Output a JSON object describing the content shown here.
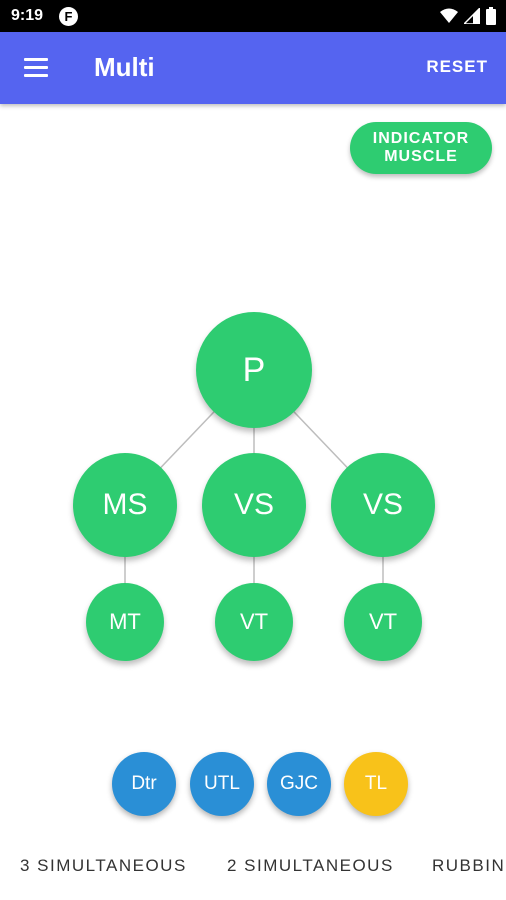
{
  "status_bar": {
    "time": "9:19",
    "app_icon_letter": "F",
    "icons": [
      "wifi-icon",
      "signal-icon",
      "battery-icon"
    ]
  },
  "app_bar": {
    "title": "Multi",
    "reset_label": "RESET",
    "color": "#5564f0"
  },
  "indicator_button": {
    "line1": "INDICATOR",
    "line2": "MUSCLE"
  },
  "tree": {
    "root": "P",
    "level2": [
      "MS",
      "VS",
      "VS"
    ],
    "level3": [
      "MT",
      "VT",
      "VT"
    ],
    "node_color": "#2ecc71"
  },
  "chips": [
    {
      "label": "Dtr",
      "color": "#2a8fd6"
    },
    {
      "label": "UTL",
      "color": "#2a8fd6"
    },
    {
      "label": "GJC",
      "color": "#2a8fd6"
    },
    {
      "label": "TL",
      "color": "#f8c21a"
    }
  ],
  "tabs": [
    "3 SIMULTANEOUS",
    "2 SIMULTANEOUS",
    "RUBBING"
  ]
}
